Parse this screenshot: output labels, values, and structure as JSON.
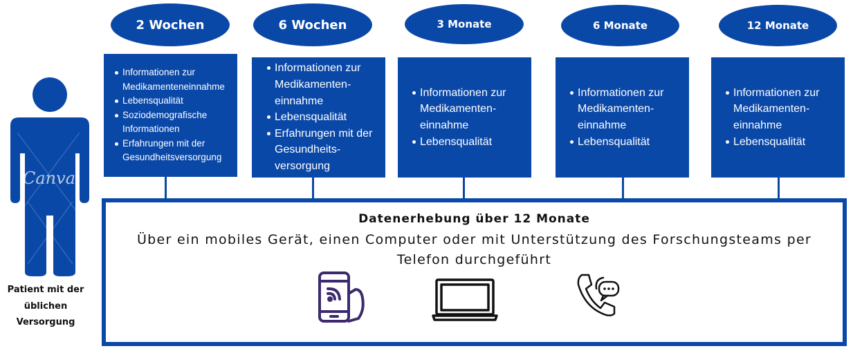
{
  "timepoints": [
    {
      "label": "2 Wochen",
      "items": [
        "Informationen zur Medikamenteneinnahme",
        "Lebensqualität",
        "Soziodemografische Informationen",
        "Erfahrungen mit der Gesundheitsversorgung"
      ]
    },
    {
      "label": "6 Wochen",
      "items": [
        "Informationen zur Medikamenten-einnahme",
        "Lebensqualität",
        "Erfahrungen mit der Gesundheits-versorgung"
      ]
    },
    {
      "label": "3 Monate",
      "items": [
        "Informationen zur Medikamenten-einnahme",
        "Lebensqualität"
      ]
    },
    {
      "label": "6 Monate",
      "items": [
        "Informationen zur Medikamenten-einnahme",
        "Lebensqualität"
      ]
    },
    {
      "label": "12 Monate",
      "items": [
        "Informationen zur Medikamenten-einnahme",
        "Lebensqualität"
      ]
    }
  ],
  "main": {
    "title": "Datenerhebung über 12 Monate",
    "text": "Über ein mobiles Gerät, einen Computer oder mit Unterstützung des Forschungsteams per Telefon durchgeführt"
  },
  "person": {
    "label": "Patient mit der üblichen Versorgung",
    "watermark": "Canva"
  },
  "icons": [
    "smartphone-icon",
    "laptop-icon",
    "phone-chat-icon"
  ],
  "colors": {
    "primary": "#0a48a8",
    "icon": "#3d2a6e"
  }
}
